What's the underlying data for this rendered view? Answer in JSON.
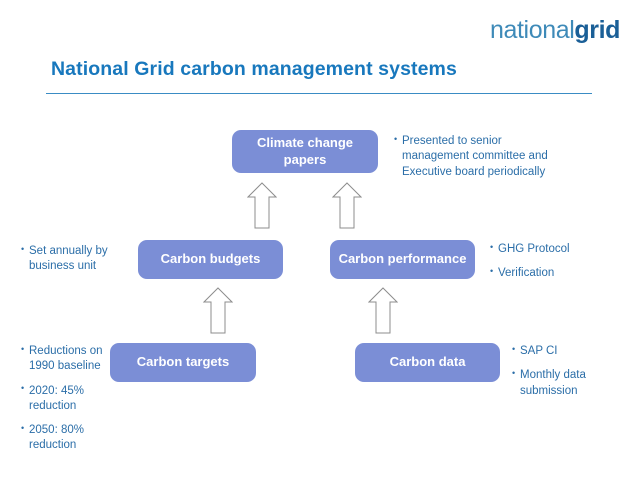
{
  "logo": {
    "part_light": "national",
    "part_bold": "grid",
    "color_light": "#3e8ab8",
    "color_bold": "#1a5f97"
  },
  "header": {
    "title": "National Grid carbon management systems",
    "title_color": "#1878bd",
    "rule_color": "#3a8cc4"
  },
  "theme": {
    "box_fill": "#7b8ed6",
    "box_text": "#ffffff",
    "annotation_text": "#2b6ea8",
    "arrow_stroke": "#8c8c8c",
    "arrow_fill": "#ffffff",
    "background": "#ffffff"
  },
  "diagram": {
    "nodes": [
      {
        "id": "climate-change-papers",
        "label": "Climate change papers"
      },
      {
        "id": "carbon-budgets",
        "label": "Carbon budgets"
      },
      {
        "id": "carbon-performance",
        "label": "Carbon performance"
      },
      {
        "id": "carbon-targets",
        "label": "Carbon targets"
      },
      {
        "id": "carbon-data",
        "label": "Carbon data"
      }
    ],
    "connectors": [
      {
        "id": "budgets-to-papers",
        "from": "carbon-budgets",
        "to": "climate-change-papers",
        "type": "block-arrow",
        "direction": "up"
      },
      {
        "id": "performance-to-papers",
        "from": "carbon-performance",
        "to": "climate-change-papers",
        "type": "block-arrow",
        "direction": "up"
      },
      {
        "id": "targets-to-budgets",
        "from": "carbon-targets",
        "to": "carbon-budgets",
        "type": "block-arrow",
        "direction": "up"
      },
      {
        "id": "data-to-performance",
        "from": "carbon-data",
        "to": "carbon-performance",
        "type": "block-arrow",
        "direction": "up"
      }
    ],
    "annotations": {
      "climate_change_papers": [
        "Presented to senior management committee and Executive board periodically"
      ],
      "carbon_budgets": [
        "Set annually by business unit"
      ],
      "carbon_performance": [
        "GHG Protocol",
        "Verification"
      ],
      "carbon_targets": [
        "Reductions on 1990 baseline",
        "2020: 45% reduction",
        "2050: 80% reduction"
      ],
      "carbon_data": [
        "SAP CI",
        "Monthly data submission"
      ]
    }
  }
}
